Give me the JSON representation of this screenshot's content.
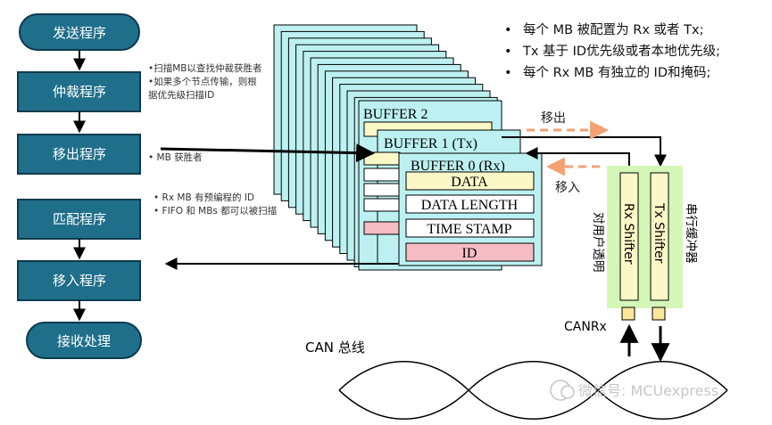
{
  "flow": {
    "steps": [
      "发送程序",
      "仲裁程序",
      "移出程序",
      "匹配程序",
      "移入程序",
      "接收处理"
    ]
  },
  "notes": {
    "arbitration": [
      "•扫描MB以查找仲裁获胜者",
      "•如果多个节点传输，则根",
      "据优先级扫描ID"
    ],
    "moveout": [
      "• MB 获胜者"
    ],
    "match": [
      "• Rx MB 有预编程的 ID",
      "• FIFO 和 MBs 都可以被扫描"
    ]
  },
  "bullets": [
    "每个 MB 被配置为 Rx 或者 Tx;",
    "Tx 基于 ID优先级或者本地优先级;",
    "每个 Rx MB 有独立的 ID和掩码;"
  ],
  "buffers": {
    "b2": "BUFFER 2",
    "b1": "BUFFER 1 (Tx)",
    "b0": "BUFFER 0 (Rx)",
    "fields": [
      "DATA",
      "DATA LENGTH",
      "TIME STAMP",
      "ID"
    ]
  },
  "labels": {
    "move_out": "移出",
    "move_in": "移入",
    "rx_shifter": "Rx Shifter",
    "tx_shifter": "Tx Shifter",
    "transparent": "对用户透明",
    "serial_buffer": "串行缓冲器",
    "canrx": "CANRx",
    "can_bus": "CAN 总线",
    "watermark": "微信号: MCUexpress"
  },
  "colors": {
    "flow_fill": "#1f6f8b",
    "flow_stroke": "#0b3b4d",
    "buffer_fill": "#bdf1f1",
    "field_yellow": "#fbf7c7",
    "field_pink": "#f6bcc4",
    "shifter_bg": "#d4f7b8",
    "arrow_orange": "#f4a172"
  }
}
